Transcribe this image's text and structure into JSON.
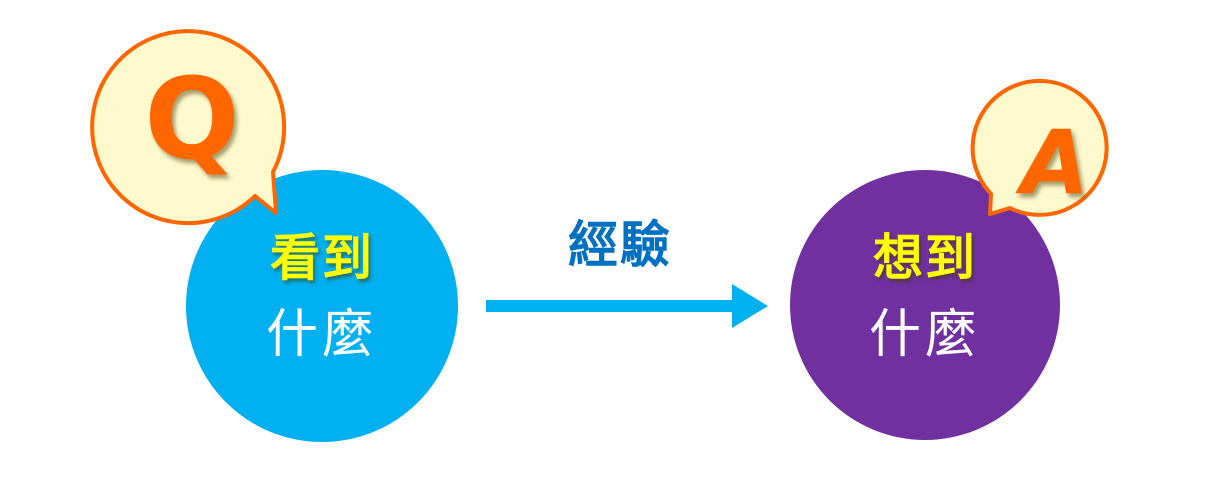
{
  "colors": {
    "blue_circle": "#00b0f0",
    "purple_circle": "#7030a0",
    "bubble_fill": "#fffacd",
    "bubble_stroke": "#ff6600",
    "bubble_letter": "#ff6600",
    "highlight_text": "#ffff00",
    "plain_text": "#ffffff",
    "arrow": "#00b0f0",
    "arrow_label": "#0070c0"
  },
  "question_bubble": {
    "letter": "Q"
  },
  "answer_bubble": {
    "letter": "A"
  },
  "left_circle": {
    "line1": "看到",
    "line2": "什麼"
  },
  "right_circle": {
    "line1": "想到",
    "line2": "什麼"
  },
  "arrow": {
    "label": "經驗"
  }
}
